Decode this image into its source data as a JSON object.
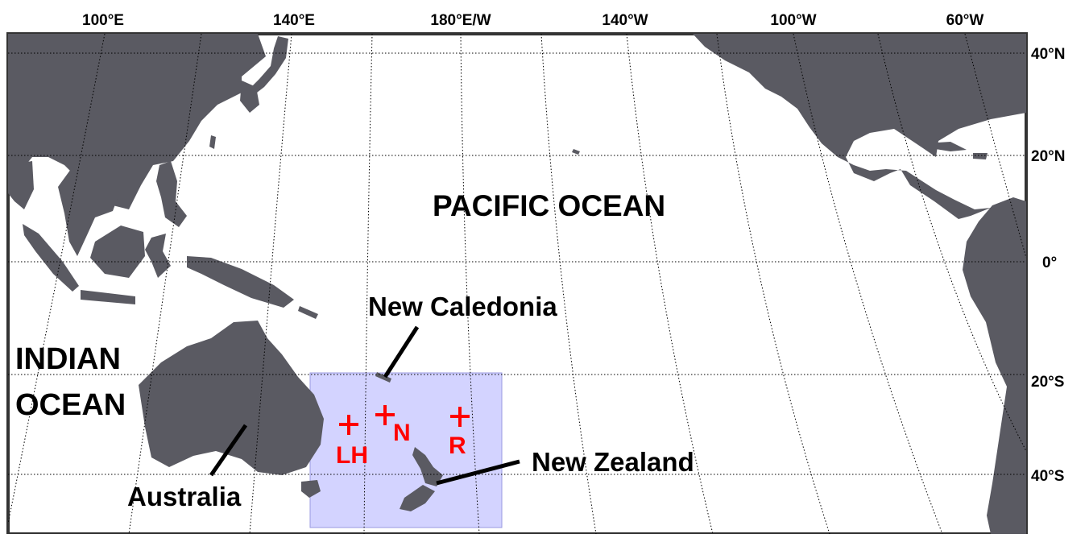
{
  "map": {
    "top_labels": [
      "100°E",
      "140°E",
      "180°E/W",
      "140°W",
      "100°W",
      "60°W"
    ],
    "right_labels": [
      "40°N",
      "20°N",
      "0°",
      "20°S",
      "40°S"
    ],
    "ocean_labels": {
      "pacific": "PACIFIC OCEAN",
      "indian_line1": "INDIAN",
      "indian_line2": "OCEAN"
    },
    "place_labels": {
      "new_caledonia": "New Caledonia",
      "new_zealand": "New Zealand",
      "australia": "Australia"
    },
    "sites": [
      {
        "id": "lh",
        "label": "LH"
      },
      {
        "id": "n",
        "label": "N"
      },
      {
        "id": "r",
        "label": "R"
      }
    ],
    "colors": {
      "land": "#5a5a62",
      "study_region": "#c8c8ff",
      "site_marker": "#ff0000",
      "frame": "#333333",
      "text": "#000000"
    }
  }
}
